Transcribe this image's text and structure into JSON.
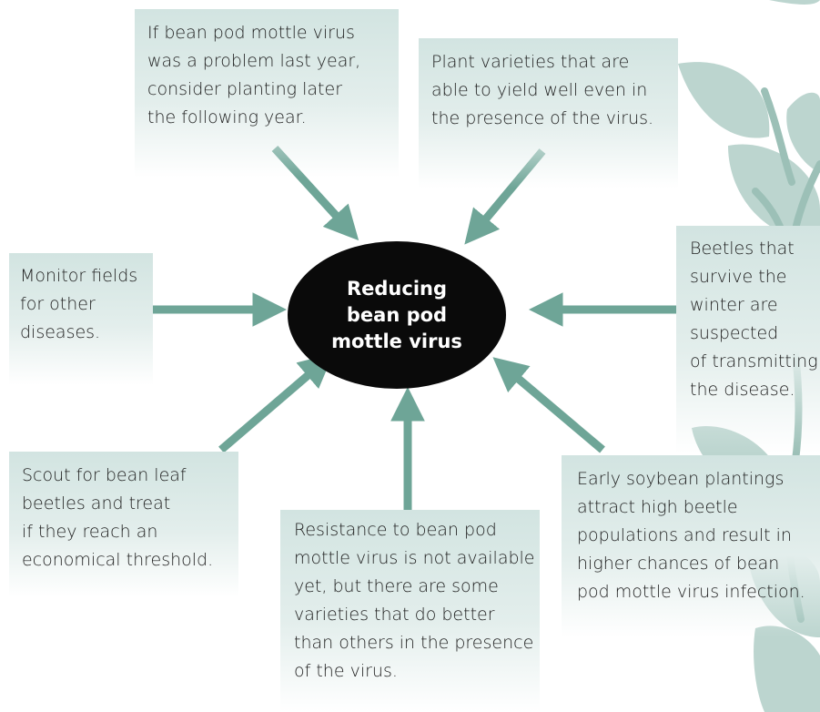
{
  "center": {
    "label": "Reducing\nbean pod\nmottle virus"
  },
  "boxes": [
    {
      "id": "top-left",
      "text": "If bean pod mottle virus\nwas a problem last year,\nconsider planting later\nthe following year."
    },
    {
      "id": "top-right",
      "text": "Plant varieties that are\nable to yield well even in\nthe presence of the virus."
    },
    {
      "id": "left",
      "text": "Monitor fields\nfor other\ndiseases."
    },
    {
      "id": "right",
      "text": "Beetles that\nsurvive the\nwinter are\nsuspected\nof transmitting\nthe disease."
    },
    {
      "id": "bottom-left",
      "text": "Scout for bean leaf\nbeetles and treat\nif they reach an\neconomical threshold."
    },
    {
      "id": "bottom-center",
      "text": "Resistance to bean pod\nmottle virus is not available\nyet, but there are some\nvarieties that do better\nthan others in the presence\nof the virus."
    },
    {
      "id": "bottom-right",
      "text": "Early soybean plantings\nattract high beetle\npopulations and result in\nhigher chances of bean\npod mottle virus infection."
    }
  ],
  "colors": {
    "arrow": "#6ea597",
    "box": "#d2e4e1",
    "ellipse": "#0a0a0a",
    "leaf": "#b9d3cd"
  }
}
